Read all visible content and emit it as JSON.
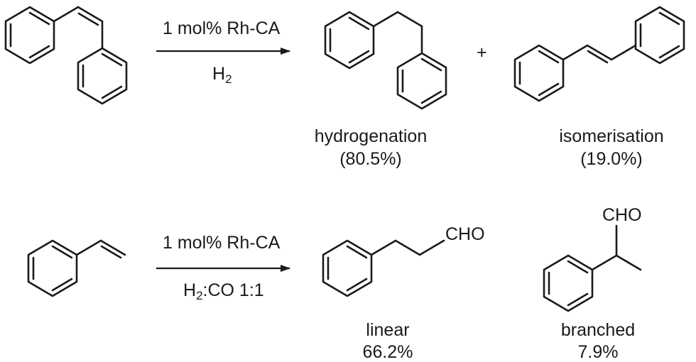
{
  "reaction1": {
    "reagent_top": "1 mol% Rh-CA",
    "reagent_bottom_main": "H",
    "reagent_bottom_sub": "2",
    "plus": "+",
    "product1": {
      "name": "hydrogenation",
      "yield": "(80.5%)"
    },
    "product2": {
      "name": "isomerisation",
      "yield": "(19.0%)"
    }
  },
  "reaction2": {
    "reagent_top": "1 mol% Rh-CA",
    "reagent_bottom_h": "H",
    "reagent_bottom_sub": "2",
    "reagent_bottom_rest": ":CO 1:1",
    "product1": {
      "group": "CHO",
      "name": "linear",
      "yield": "66.2%"
    },
    "product2": {
      "group": "CHO",
      "name": "branched",
      "yield": "7.9%"
    }
  }
}
